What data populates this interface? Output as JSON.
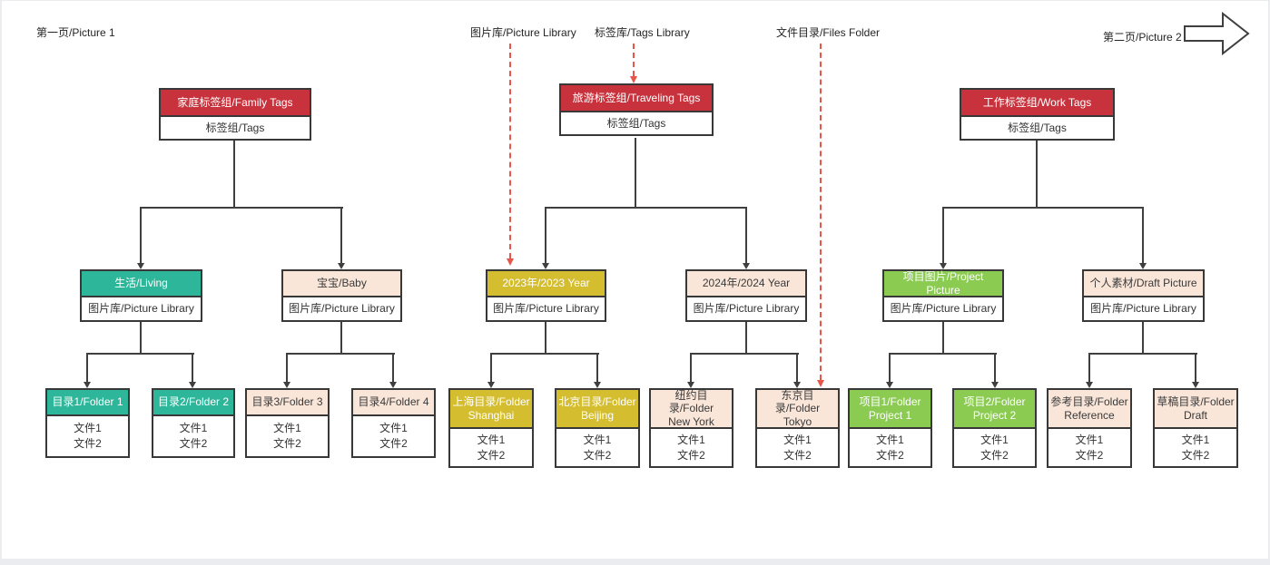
{
  "palette": {
    "root_red": "#C8323C",
    "teal": "#2DB699",
    "yellow": "#D4BD2F",
    "green": "#8BCB52",
    "peach": "#F9E6D9",
    "connector": "#3F3F3F",
    "annotation_red": "#E8554A"
  },
  "page": {
    "page1_label": "第一页/Picture 1",
    "page2_label": "第二页/Picture 2",
    "next_arrow_icon": "block-arrow-right"
  },
  "legend": {
    "picture_library": "图片库/Picture Library",
    "tags_library": "标签库/Tags Library",
    "files_folder": "文件目录/Files Folder"
  },
  "trees": {
    "family": {
      "root": {
        "title": "家庭标签组/Family Tags",
        "subtitle": "标签组/Tags"
      },
      "living": {
        "title": "生活/Living",
        "subtitle": "图片库/Picture Library"
      },
      "baby": {
        "title": "宝宝/Baby",
        "subtitle": "图片库/Picture Library"
      },
      "folder1": {
        "title": "目录1/Folder 1",
        "files": "文件1\n文件2"
      },
      "folder2": {
        "title": "目录2/Folder 2",
        "files": "文件1\n文件2"
      },
      "folder3": {
        "title": "目录3/Folder 3",
        "files": "文件1\n文件2"
      },
      "folder4": {
        "title": "目录4/Folder 4",
        "files": "文件1\n文件2"
      }
    },
    "traveling": {
      "root": {
        "title": "旅游标签组/Traveling Tags",
        "subtitle": "标签组/Tags"
      },
      "y2023": {
        "title": "2023年/2023 Year",
        "subtitle": "图片库/Picture Library"
      },
      "y2024": {
        "title": "2024年/2024 Year",
        "subtitle": "图片库/Picture Library"
      },
      "shanghai": {
        "title": "上海目录/Folder\nShanghai",
        "files": "文件1\n文件2"
      },
      "beijing": {
        "title": "北京目录/Folder\nBeijing",
        "files": "文件1\n文件2"
      },
      "newyork": {
        "title": "纽约目录/Folder\nNew York",
        "files": "文件1\n文件2"
      },
      "tokyo": {
        "title": "东京目录/Folder\nTokyo",
        "files": "文件1\n文件2"
      }
    },
    "work": {
      "root": {
        "title": "工作标签组/Work Tags",
        "subtitle": "标签组/Tags"
      },
      "project": {
        "title": "项目图片/Project Picture",
        "subtitle": "图片库/Picture Library"
      },
      "draft": {
        "title": "个人素材/Draft Picture",
        "subtitle": "图片库/Picture Library"
      },
      "project1": {
        "title": "项目1/Folder\nProject 1",
        "files": "文件1\n文件2"
      },
      "project2": {
        "title": "项目2/Folder\nProject 2",
        "files": "文件1\n文件2"
      },
      "reference": {
        "title": "参考目录/Folder\nReference",
        "files": "文件1\n文件2"
      },
      "draftdir": {
        "title": "草稿目录/Folder\nDraft",
        "files": "文件1\n文件2"
      }
    }
  }
}
